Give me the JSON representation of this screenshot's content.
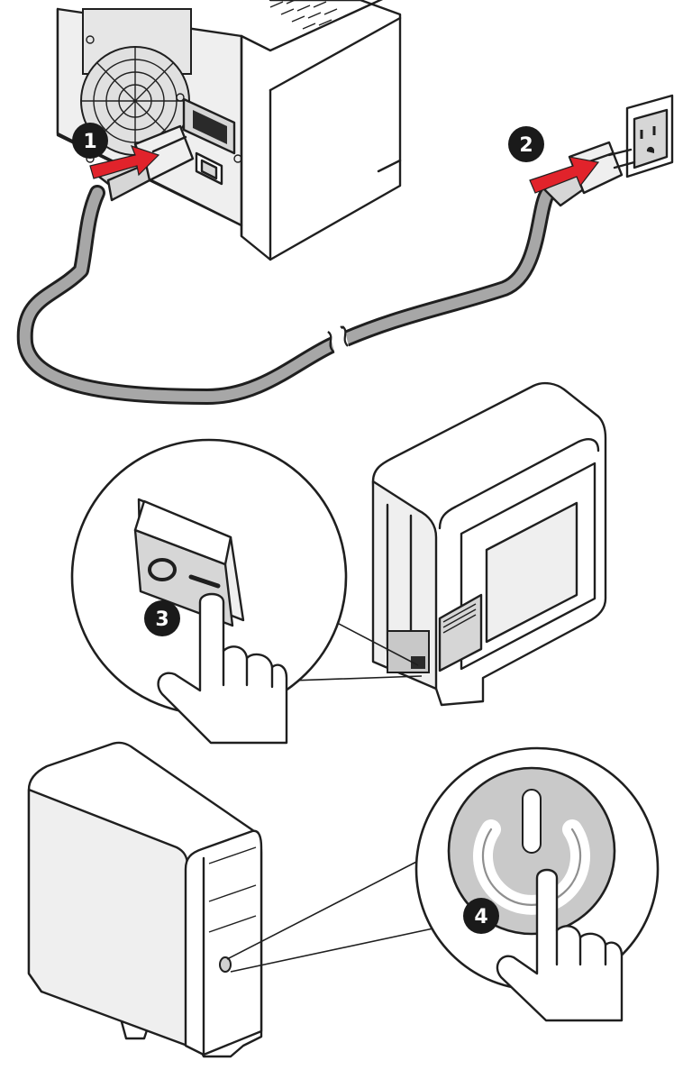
{
  "steps": [
    {
      "label": "1",
      "icon": "arrow-right-icon"
    },
    {
      "label": "2",
      "icon": "arrow-right-icon"
    },
    {
      "label": "3",
      "icon": "rocker-switch-icon"
    },
    {
      "label": "4",
      "icon": "power-button-icon"
    }
  ],
  "switch": {
    "off_glyph": "O",
    "on_glyph": "—"
  },
  "colors": {
    "accent_red": "#e1232b",
    "badge": "#1a1a1a",
    "cable": "#a7a7a7",
    "outline": "#1f1f1f",
    "power_button": "#c9c9c9"
  }
}
